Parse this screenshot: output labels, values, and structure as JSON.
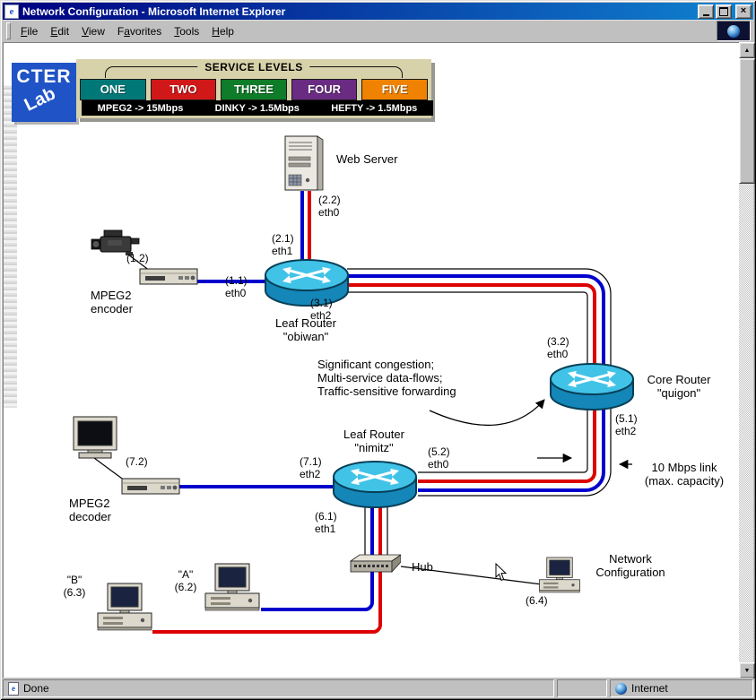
{
  "window": {
    "title": "Network Configuration - Microsoft Internet Explorer",
    "icons": {
      "close": "×",
      "scroll_up": "▲",
      "scroll_down": "▼",
      "title_page_icon": "e"
    }
  },
  "menu": {
    "items": [
      {
        "pre": "",
        "key": "F",
        "post": "ile"
      },
      {
        "pre": "",
        "key": "E",
        "post": "dit"
      },
      {
        "pre": "",
        "key": "V",
        "post": "iew"
      },
      {
        "pre": "F",
        "key": "a",
        "post": "vorites"
      },
      {
        "pre": "",
        "key": "T",
        "post": "ools"
      },
      {
        "pre": "",
        "key": "H",
        "post": "elp"
      }
    ]
  },
  "banner": {
    "logo": {
      "line1": "CTER",
      "line2": "Lab"
    },
    "title": "SERVICE LEVELS",
    "levels": [
      {
        "label": "ONE",
        "color": "#007878"
      },
      {
        "label": "TWO",
        "color": "#d01818"
      },
      {
        "label": "THREE",
        "color": "#0e7c28"
      },
      {
        "label": "FOUR",
        "color": "#6a2b82"
      },
      {
        "label": "FIVE",
        "color": "#ef8200"
      }
    ],
    "strip": [
      "MPEG2 -> 15Mbps",
      "DINKY -> 1.5Mbps",
      "HEFTY -> 1.5Mbps"
    ]
  },
  "diagram": {
    "colors": {
      "flow_blue": "#0000cc",
      "flow_red": "#dd0000",
      "link_black": "#000000"
    },
    "labels": {
      "web_server": "Web Server",
      "if_2_2": "(2.2)\neth0",
      "if_2_1": "(2.1)\neth1",
      "if_1_2": "(1.2)",
      "if_1_1": "(1.1)\neth0",
      "mpeg2_encoder": "MPEG2\nencoder",
      "router_obiwan": "Leaf Router\n\"obiwan\"",
      "if_3_1": "(3.1)\neth2",
      "if_3_2": "(3.2)\neth0",
      "router_quigon": "Core Router\n\"quigon\"",
      "if_5_1": "(5.1)\neth2",
      "congestion_note": "Significant congestion;\nMulti-service data-flows;\nTraffic-sensitive forwarding",
      "router_nimitz": "Leaf Router\n\"nimitz\"",
      "if_7_1": "(7.1)\neth2",
      "if_5_2": "(5.2)\neth0",
      "if_7_2": "(7.2)",
      "mpeg2_decoder": "MPEG2\ndecoder",
      "if_6_1": "(6.1)\neth1",
      "link_note": "10 Mbps link\n(max. capacity)",
      "hub": "Hub",
      "network_config": "Network\nConfiguration",
      "if_6_4": "(6.4)",
      "host_a": "\"A\"\n(6.2)",
      "host_b": "\"B\"\n(6.3)"
    }
  },
  "statusbar": {
    "status": "Done",
    "zone": "Internet"
  }
}
